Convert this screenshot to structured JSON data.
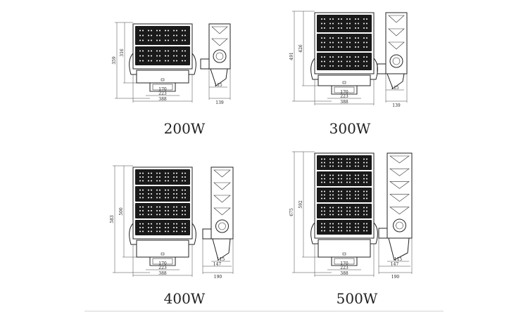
{
  "colors": {
    "line": "#222222",
    "module": "#1a1a1a",
    "background": "#ffffff",
    "divider": "#d0d0d0"
  },
  "products": [
    {
      "label": "200W",
      "modules": 2,
      "dims": {
        "height_outer": "359",
        "height_inner": "316",
        "w_inner": "170",
        "w_mid": "223",
        "w_outer": "388",
        "side_inner": "115",
        "side_outer": "139"
      }
    },
    {
      "label": "300W",
      "modules": 3,
      "dims": {
        "height_outer": "491",
        "height_inner": "426",
        "w_inner": "170",
        "w_mid": "223",
        "w_outer": "388",
        "side_inner": "115",
        "side_outer": "139"
      }
    },
    {
      "label": "400W",
      "modules": 4,
      "dims": {
        "height_outer": "583",
        "height_inner": "500",
        "w_inner": "170",
        "w_mid": "223",
        "w_outer": "388",
        "side_inner": "115",
        "side_mid": "147",
        "side_outer": "190"
      }
    },
    {
      "label": "500W",
      "modules": 5,
      "dims": {
        "height_outer": "675",
        "height_inner": "592",
        "w_inner": "170",
        "w_mid": "223",
        "w_outer": "388",
        "side_inner": "115",
        "side_mid": "147",
        "side_outer": "190"
      }
    }
  ]
}
